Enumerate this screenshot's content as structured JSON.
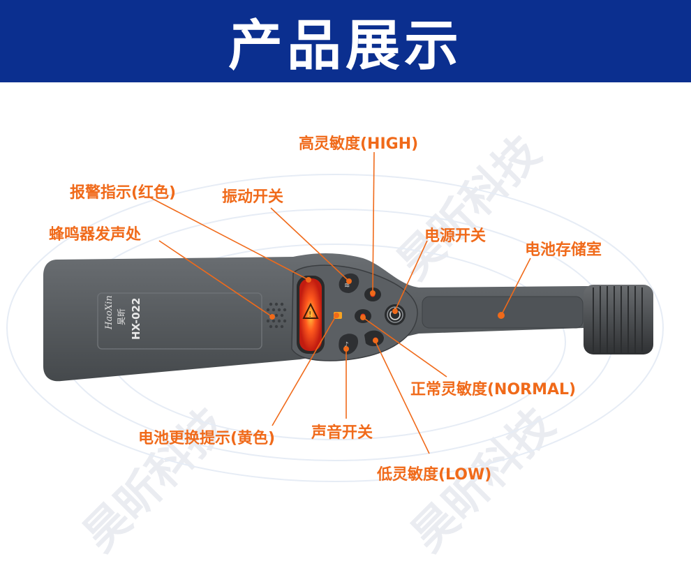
{
  "banner": {
    "title": "产品展示"
  },
  "watermark": {
    "text": "昊昕科技"
  },
  "device": {
    "model": "HX-022",
    "brand_script": "HaoXin",
    "brand_cn": "昊昕"
  },
  "labels": {
    "high_sensitivity": "高灵敏度(HIGH)",
    "alarm_indicator": "报警指示(红色)",
    "vibration_switch": "振动开关",
    "buzzer": "蜂鸣器发声处",
    "power_switch": "电源开关",
    "battery_compartment": "电池存储室",
    "normal_sensitivity": "正常灵敏度(NORMAL)",
    "battery_indicator": "电池更换提示(黄色)",
    "sound_switch": "声音开关",
    "low_sensitivity": "低灵敏度(LOW)"
  },
  "colors": {
    "banner": "#0b2f8f",
    "label": "#f06a1a",
    "body": "#55595d",
    "alarm": "#e8371c"
  }
}
